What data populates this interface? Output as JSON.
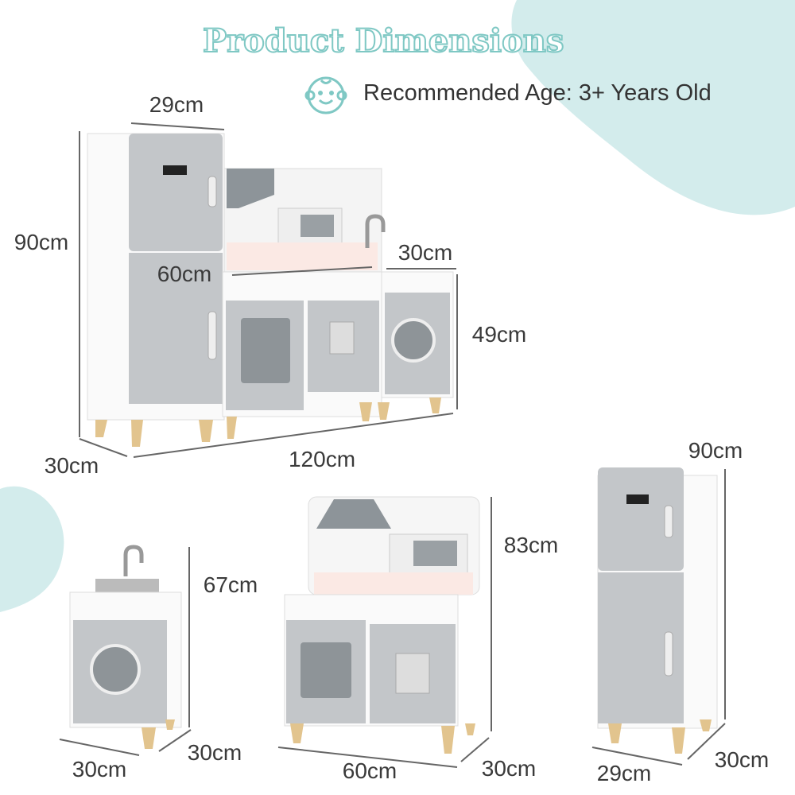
{
  "header": {
    "title": "Product Dimensions",
    "age_icon": "baby-face-icon",
    "recommended_age": "Recommended Age: 3+ Years Old"
  },
  "colors": {
    "accent": "#7fc8c4",
    "blob": "#d3ecec",
    "cabinet_gray": "#b9bcbf",
    "wood": "#e2c48e"
  },
  "full_kitchen": {
    "fridge_width": "29cm",
    "height": "90cm",
    "stove_depth": "60cm",
    "washer_depth": "30cm",
    "counter_height": "49cm",
    "depth": "30cm",
    "width": "120cm"
  },
  "washer_unit": {
    "height": "67cm",
    "depth": "30cm",
    "width": "30cm"
  },
  "stove_unit": {
    "height": "83cm",
    "width": "60cm",
    "depth": "30cm"
  },
  "fridge_unit": {
    "height": "90cm",
    "depth": "30cm",
    "width": "29cm"
  }
}
